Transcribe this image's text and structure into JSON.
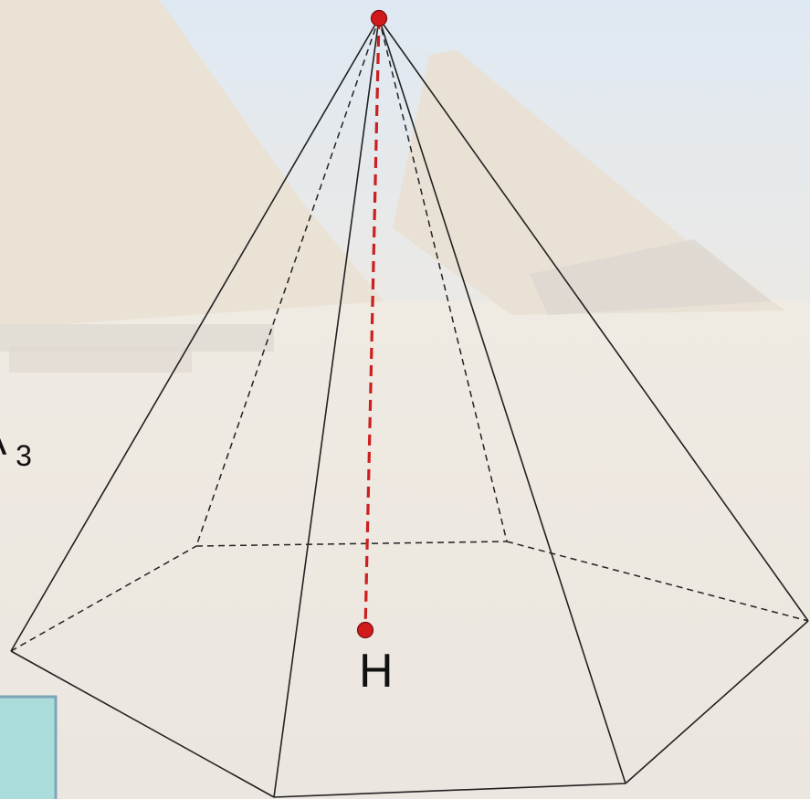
{
  "diagram": {
    "apex_label": "",
    "foot_label": "H",
    "partial_vertex_label": {
      "letter": "A",
      "subscript": "3"
    }
  },
  "colors": {
    "sky": "#dde9f2",
    "sand": "#f3efe8",
    "distant_pyramid": "#ece3d8",
    "edge": "#222222",
    "height_line": "#cc1f1f",
    "point_fill": "#d11a1a",
    "panel_fill": "#a9dcdb",
    "panel_border": "#7fa6b8"
  }
}
